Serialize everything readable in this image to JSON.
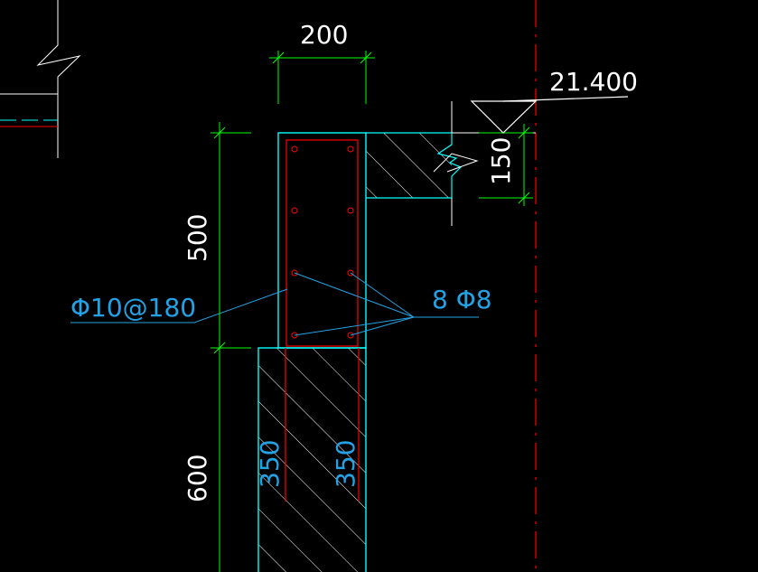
{
  "dimensions": {
    "width_top": "200",
    "height_beam": "500",
    "height_lower": "600",
    "slab_thickness": "150",
    "wall_left": "350",
    "wall_right": "350"
  },
  "elevation": "21.400",
  "rebar": {
    "stirrup": "Φ10@180",
    "longitudinal": "8 Φ8"
  },
  "colors": {
    "background": "#000000",
    "outline": "#00ffff",
    "dimension": "#00ff00",
    "rebar": "#ff0000",
    "annotation": "#23a3e6",
    "text": "#ffffff",
    "hatch": "#ffffff",
    "axis": "#ff0000"
  }
}
